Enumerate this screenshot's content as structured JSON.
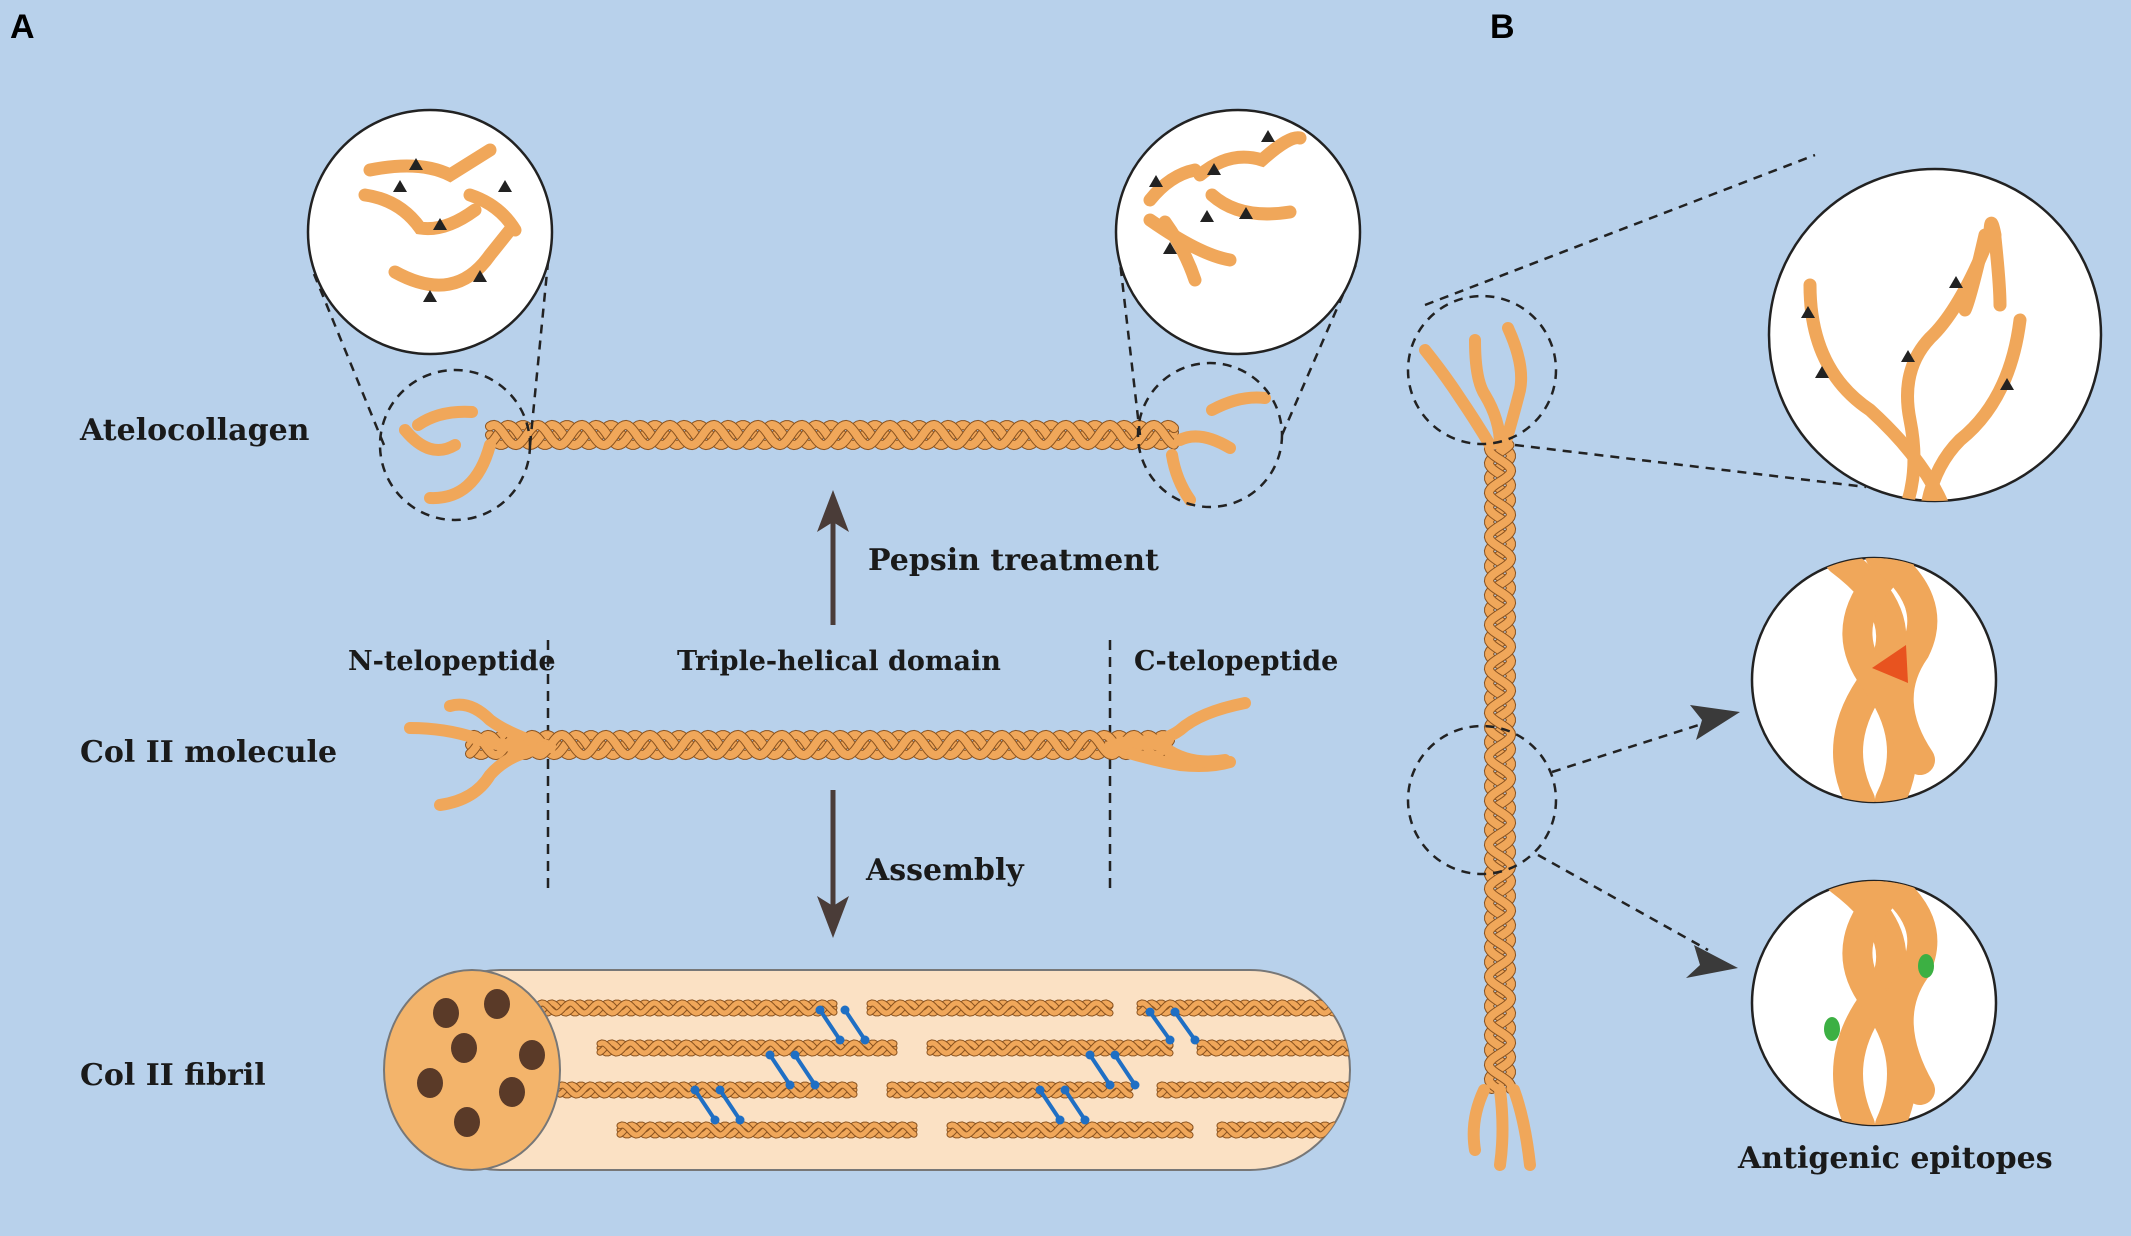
{
  "panels": {
    "a": "A",
    "b": "B"
  },
  "labels": {
    "atelocollagen": "Atelocollagen",
    "col2_molecule": "Col II molecule",
    "col2_fibril": "Col II fibril",
    "pepsin": "Pepsin treatment",
    "assembly": "Assembly",
    "n_telopeptide": "N-telopeptide",
    "triple_helical": "Triple-helical domain",
    "c_telopeptide": "C-telopeptide",
    "antigenic": "Antigenic epitopes"
  },
  "colors": {
    "background": "#b8d1eb",
    "strand": "#f0a75a",
    "strand_edge": "#8a5320",
    "fibril_body": "#fbe1c4",
    "fibril_end": "#f3b46b",
    "fibril_dot": "#5a3a28",
    "crosslink": "#1f6fc4",
    "epitope_red": "#e8531f",
    "epitope_green": "#3cb043",
    "arrow": "#4a3c38"
  }
}
